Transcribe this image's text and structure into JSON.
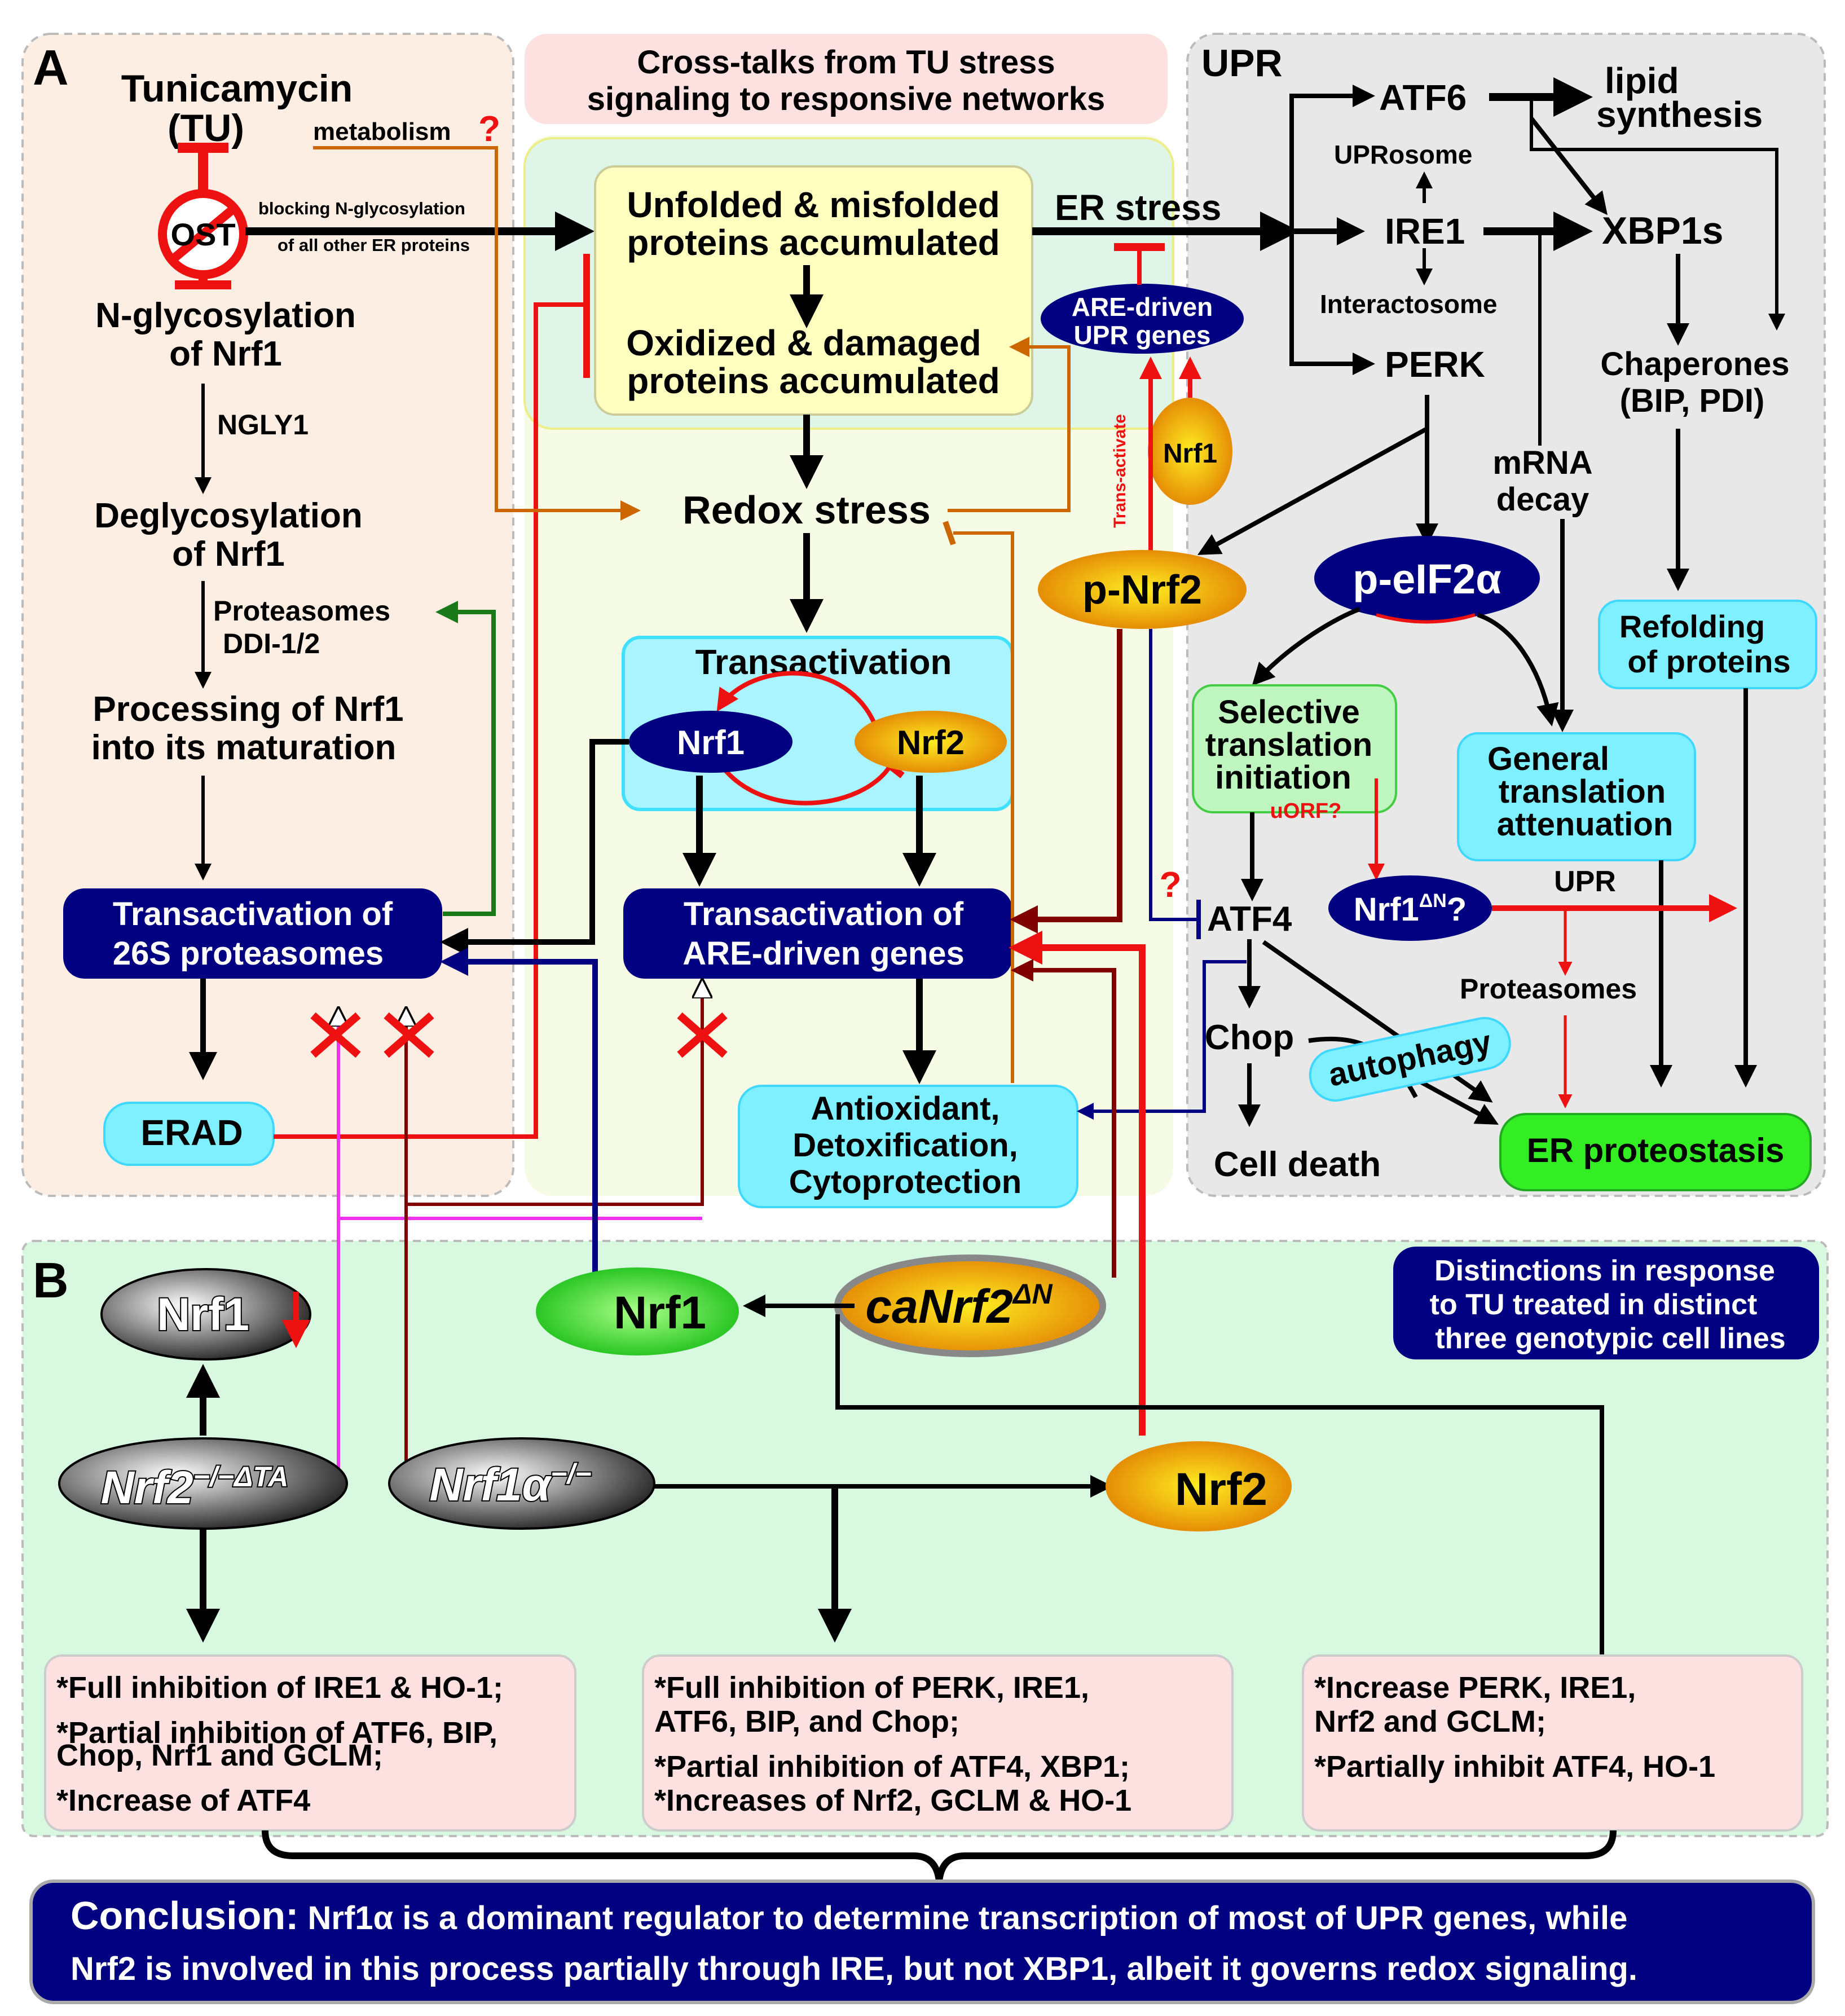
{
  "panel_a": {
    "letter": "A",
    "title_line1": "Cross-talks from TU stress",
    "title_line2": "signaling to responsive networks",
    "tunicamycin": "Tunicamycin",
    "tu": "(TU)",
    "metabolism": "metabolism",
    "question": "?",
    "ost": "OST",
    "blocking_line1": "blocking N-glycosylation",
    "blocking_line2": "of all other ER proteins",
    "nglyc_line1": "N-glycosylation",
    "nglyc_line2": "of Nrf1",
    "ngly1": "NGLY1",
    "deglyc_line1": "Deglycosylation",
    "deglyc_line2": "of Nrf1",
    "proteasomes": "Proteasomes",
    "ddi": "DDI-1/2",
    "processing_line1": "Processing of Nrf1",
    "processing_line2": "into its maturation",
    "trans26s_line1": "Transactivation of",
    "trans26s_line2": "26S proteasomes",
    "erad": "ERAD",
    "unfolded_line1": "Unfolded & misfolded",
    "unfolded_line2": "proteins accumulated",
    "oxidized_line1": "Oxidized & damaged",
    "oxidized_line2": "proteins accumulated",
    "er_stress": "ER stress",
    "redox_stress": "Redox stress",
    "transactivation": "Transactivation",
    "nrf1": "Nrf1",
    "nrf2": "Nrf2",
    "transare_line1": "Transactivation of",
    "transare_line2": "ARE-driven genes",
    "antiox_line1": "Antioxidant,",
    "antiox_line2": "Detoxification,",
    "antiox_line3": "Cytoprotection",
    "are_upr_line1": "ARE-driven",
    "are_upr_line2": "UPR genes",
    "trans_activate": "Trans-activate",
    "nrf1_small": "Nrf1",
    "p_nrf2": "p-Nrf2"
  },
  "upr": {
    "title": "UPR",
    "atf6": "ATF6",
    "lipid_line1": "lipid",
    "lipid_line2": "synthesis",
    "uprosome": "UPRosome",
    "ire1": "IRE1",
    "xbp1s": "XBP1s",
    "interactosome": "Interactosome",
    "perk": "PERK",
    "chaperones_line1": "Chaperones",
    "chaperones_line2": "(BIP, PDI)",
    "mrna_line1": "mRNA",
    "mrna_line2": "decay",
    "peif2a": "p-eIF2α",
    "refolding_line1": "Refolding",
    "refolding_line2": "of proteins",
    "selective_line1": "Selective",
    "selective_line2": "translation",
    "selective_line3": "initiation",
    "uorf": "uORF?",
    "general_line1": "General",
    "general_line2": "translation",
    "general_line3": "attenuation",
    "question": "?",
    "atf4": "ATF4",
    "nrf1dn": "Nrf1",
    "nrf1dn_sup": "ΔN",
    "nrf1dn_q": "?",
    "upr_label": "UPR",
    "proteasomes": "Proteasomes",
    "chop": "Chop",
    "autophagy": "autophagy",
    "cell_death": "Cell death",
    "er_proteostasis": "ER proteostasis"
  },
  "panel_b": {
    "letter": "B",
    "distinctions_line1": "Distinctions in response",
    "distinctions_line2": "to TU treated in distinct",
    "distinctions_line3": "three genotypic cell lines",
    "nrf1_down": "Nrf1",
    "nrf1_up": "Nrf1",
    "canrf2": "caNrf2",
    "canrf2_sup": "ΔN",
    "nrf2ta": "Nrf2",
    "nrf2ta_sup": "−/−ΔTA",
    "nrf1a": "Nrf1α",
    "nrf1a_sup": "−/−",
    "nrf2_up": "Nrf2",
    "box1": [
      "*Full inhibition of IRE1 & HO-1;",
      "*Partial inhibition of ATF6, BIP,",
      " Chop, Nrf1 and GCLM;",
      "*Increase of ATF4"
    ],
    "box2": [
      "*Full inhibition of PERK, IRE1,",
      "  ATF6, BIP, and Chop;",
      "*Partial inhibition of ATF4, XBP1;",
      "*Increases of Nrf2, GCLM & HO-1"
    ],
    "box3": [
      "*Increase PERK, IRE1,",
      "  Nrf2 and GCLM;",
      "*Partially inhibit ATF4, HO-1"
    ]
  },
  "conclusion": {
    "label": "Conclusion:",
    "line1": " Nrf1α is a dominant regulator to determine transcription of most of UPR genes, while",
    "line2": "Nrf2 is involved in this process partially through IRE, but not XBP1, albeit it governs redox signaling."
  },
  "colors": {
    "panel_a_bg": "#fdeee3",
    "upr_bg": "#e8e8e8",
    "panel_b_bg": "#d8f8e0",
    "title_bg": "#fde0e0",
    "yellow_box": "#ffffc0",
    "cyan_box": "#7ff0ff",
    "navy": "#000080",
    "red": "#ee1111",
    "dark_red": "#800000",
    "brown": "#cc6600",
    "green": "#1a7a1a",
    "magenta": "#ee33ee",
    "er_green": "#33ee22",
    "pink_box": "#fde0e0"
  }
}
